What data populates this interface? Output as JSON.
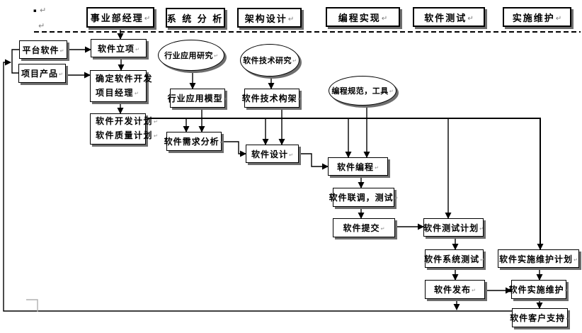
{
  "lanes": [
    {
      "label": "事业部经理"
    },
    {
      "label": "系 统 分 析"
    },
    {
      "label": "架构设计"
    },
    {
      "label": "编程实现"
    },
    {
      "label": "软件测试"
    },
    {
      "label": "实施维护"
    }
  ],
  "nodes": {
    "platform_software": {
      "label": "平台软件"
    },
    "project_products": {
      "label": "项目产品"
    },
    "software_initiation": {
      "label": "软件立项"
    },
    "assign_pm": {
      "line1": "确定软件开发",
      "line2": "项目经理"
    },
    "dev_quality_plan": {
      "line1": "软件开发计划",
      "line2": "软件质量计划"
    },
    "industry_app_research": {
      "label": "行业应用研究"
    },
    "software_tech_research": {
      "label": "软件技术研究"
    },
    "industry_app_model": {
      "label": "行业应用模型"
    },
    "software_tech_architecture": {
      "label": "软件技术构架"
    },
    "coding_standards_tools": {
      "label": "编程规范，工具"
    },
    "requirements_analysis": {
      "label": "软件需求分析"
    },
    "software_design": {
      "label": "软件设计"
    },
    "software_coding": {
      "label": "软件编程"
    },
    "integration_testing": {
      "label": "软件联调，测试"
    },
    "software_submission": {
      "label": "软件提交"
    },
    "software_test_plan": {
      "label": "软件测试计划"
    },
    "system_testing": {
      "label": "软件系统测试"
    },
    "software_release": {
      "label": "软件发布"
    },
    "implementation_maintenance_plan": {
      "label": "软件实施维护计划"
    },
    "implementation_maintenance": {
      "label": "软件实施维护"
    },
    "customer_support": {
      "label": "软件客户支持"
    }
  },
  "annotations": {
    "bullet": "▪",
    "return_mark_top": "↵",
    "return_mark_second": "↵"
  },
  "colors": {
    "line": "#000000",
    "box_fill": "#ffffff",
    "shadow": "#6e6e6e",
    "artifact_gray": "#b0b0b0"
  }
}
